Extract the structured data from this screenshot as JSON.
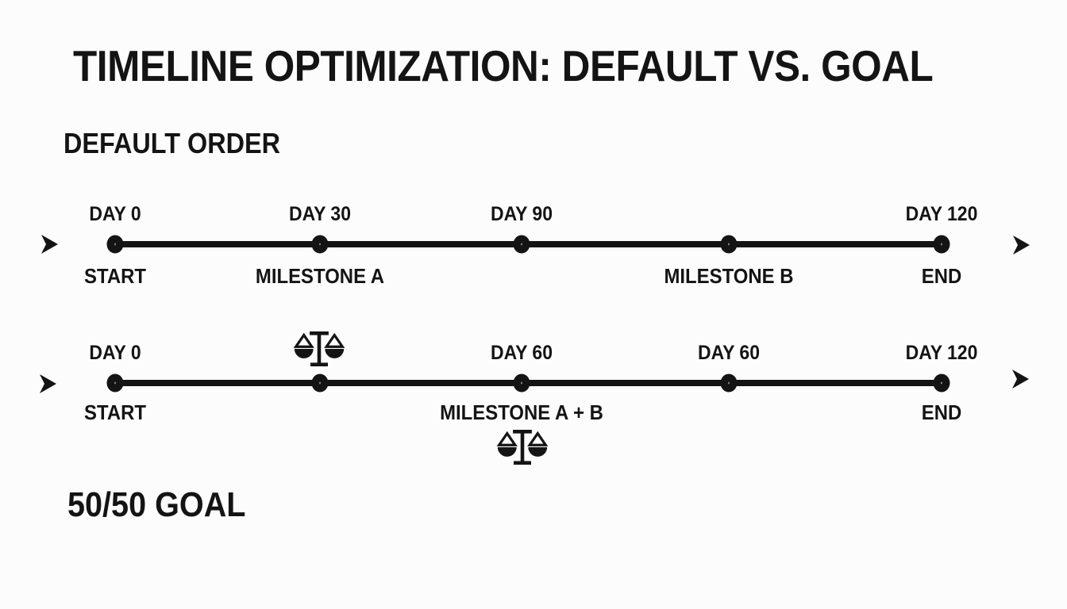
{
  "page": {
    "title": "TIMELINE OPTIMIZATION: DEFAULT VS. GOAL"
  },
  "labels": {
    "default_order": "DEFAULT ORDER",
    "goal": "50/50 GOAL"
  },
  "colors": {
    "ink": "#141414",
    "background": "#fcfcfc"
  },
  "icons": {
    "flow_marker": "arrowhead-right",
    "milestone_marker": "balance-scale"
  },
  "timelines": {
    "default": {
      "nodes": [
        {
          "day": "DAY 0",
          "label": "START"
        },
        {
          "day": "DAY 30",
          "label": "MILESTONE A"
        },
        {
          "day": "DAY 90",
          "label": ""
        },
        {
          "day": "",
          "label": "MILESTONE B"
        },
        {
          "day": "DAY 120",
          "label": "END"
        }
      ]
    },
    "goal": {
      "nodes": [
        {
          "day": "DAY 0",
          "label": "START"
        },
        {
          "day": "",
          "label": ""
        },
        {
          "day": "DAY 60",
          "label": "MILESTONE A + B"
        },
        {
          "day": "DAY 60",
          "label": ""
        },
        {
          "day": "DAY 120",
          "label": "END"
        }
      ]
    }
  }
}
